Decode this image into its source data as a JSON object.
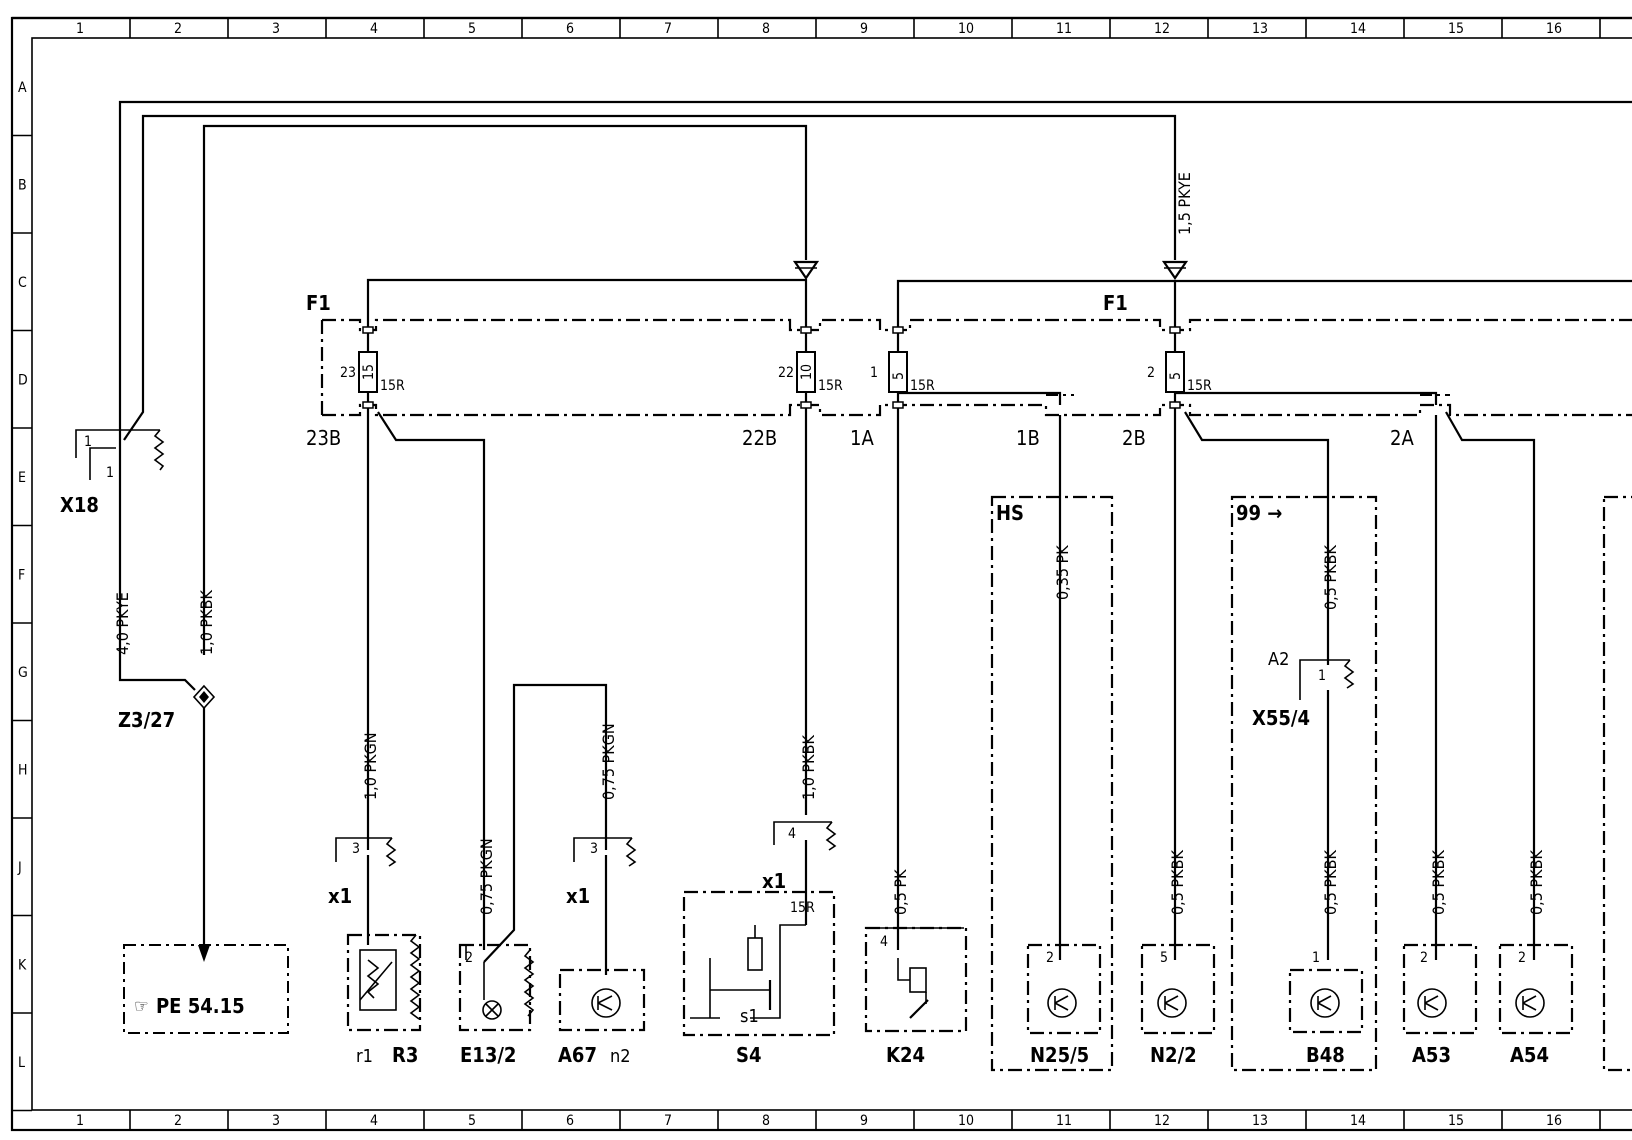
{
  "grid": {
    "columns": [
      "1",
      "2",
      "3",
      "4",
      "5",
      "6",
      "7",
      "8",
      "9",
      "10",
      "11",
      "12",
      "13",
      "14",
      "15",
      "16"
    ],
    "rows": [
      "A",
      "B",
      "C",
      "D",
      "E",
      "F",
      "G",
      "H",
      "J",
      "K",
      "L"
    ]
  },
  "fuse_box": {
    "name": "F1",
    "fuses": [
      {
        "pos": "23",
        "amp": "15",
        "type": "15R",
        "out": "23B"
      },
      {
        "pos": "22",
        "amp": "10",
        "type": "15R",
        "out": "22B"
      },
      {
        "pos": "1",
        "amp": "5",
        "type": "15R",
        "in": "1A",
        "out": "1B"
      },
      {
        "pos": "2",
        "amp": "5",
        "type": "15R",
        "in": "2B",
        "out": "2A"
      }
    ]
  },
  "wires": {
    "w_4pkye": "4,0 PKYE",
    "w_1pkbk_z": "1,0 PKBK",
    "w_15pkye": "1,5 PKYE",
    "w_1pkgn": "1,0 PKGN",
    "w_075pkgn_a": "0,75 PKGN",
    "w_075pkgn_b": "0,75 PKGN",
    "w_1pkbk_s4": "1,0 PKBK",
    "w_05pk": "0,5 PK",
    "w_035pk": "0,35 PK",
    "w_05pkbk_99": "0,5 PKBK",
    "w_05pkbk_n22": "0,5 PKBK",
    "w_05pkbk_b48": "0,5 PKBK",
    "w_05pkbk_a53": "0,5 PKBK",
    "w_05pkbk_a54": "0,5 PKBK"
  },
  "components": {
    "x18": "X18",
    "x18_pin": "1",
    "x18_pin_a": "1",
    "z327": "Z3/27",
    "ref": "PE  54.15",
    "r3": "R3",
    "r3_sub": "r1",
    "e132": "E13/2",
    "a67": "A67",
    "a67_sub": "n2",
    "s4": "S4",
    "s4_sub": "s1",
    "s4_term": "15R",
    "k24": "K24",
    "n255": "N25/5",
    "n22": "N2/2",
    "b48": "B48",
    "a53": "A53",
    "a54": "A54",
    "hs": "HS",
    "g99": "99 →",
    "x554": "X55/4",
    "a2": "A2",
    "x1": "x1"
  },
  "pins": {
    "r3": "3",
    "e132": "2",
    "a67": "3",
    "s4": "4",
    "k24": "4",
    "n255": "2",
    "n22": "5",
    "b48": "1",
    "a53": "2",
    "a54": "2",
    "x554": "1"
  }
}
